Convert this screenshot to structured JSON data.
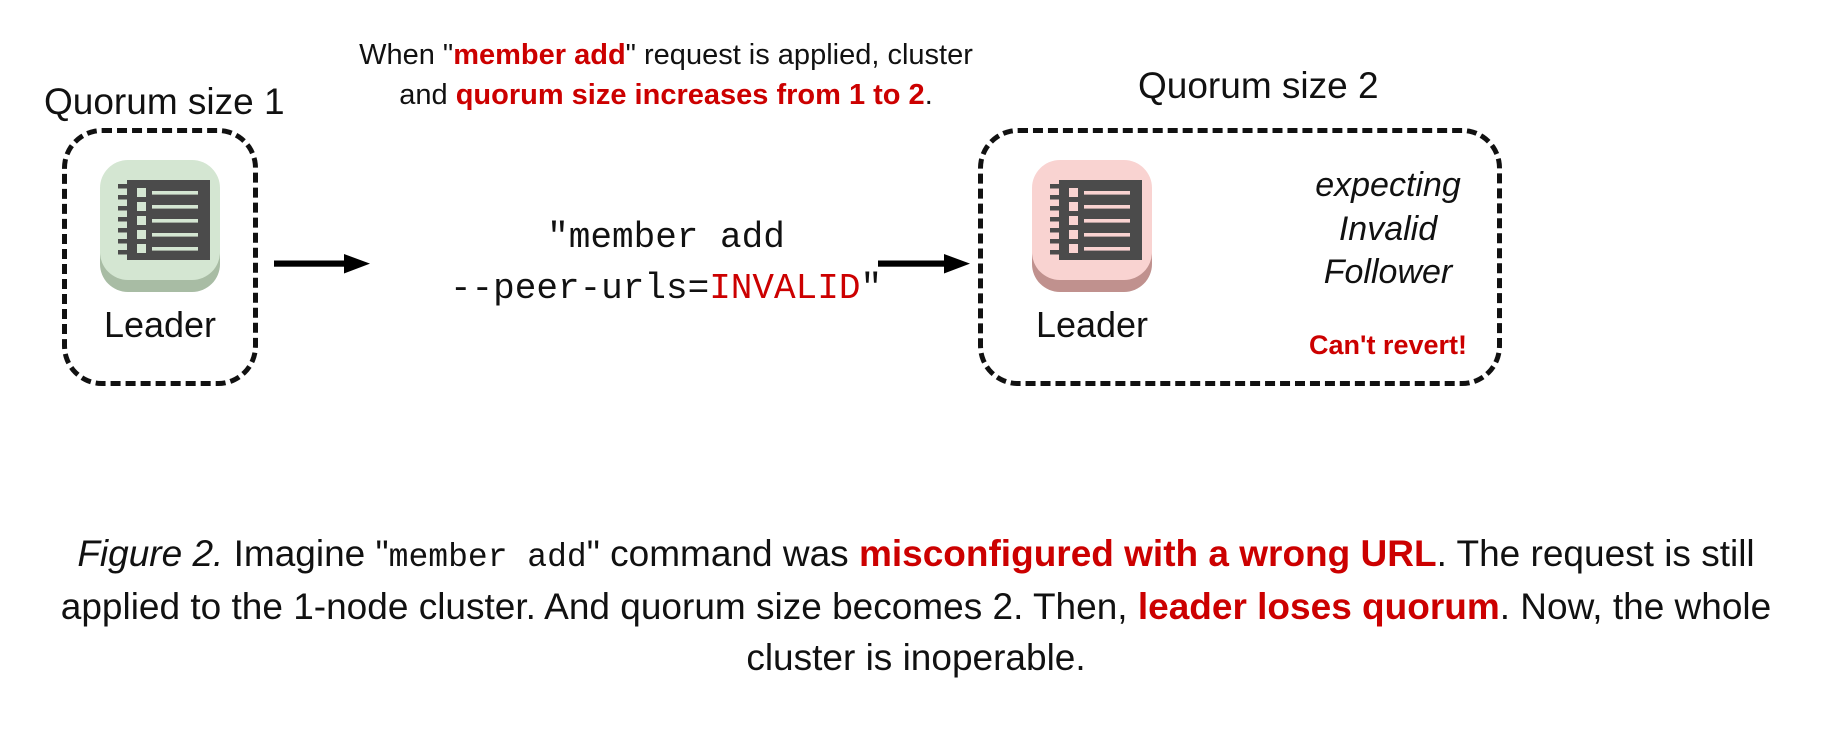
{
  "figure": {
    "left_group": {
      "label": "Quorum size 1",
      "node_caption": "Leader",
      "icon": "server-rack-icon",
      "tile_color": "#d4e6d2",
      "tile_shadow_color": "#a8bca4",
      "icon_body_color": "#4b4b4b"
    },
    "right_group": {
      "label": "Quorum size 2",
      "node_caption": "Leader",
      "icon": "server-rack-icon",
      "tile_color": "#f9d3d1",
      "tile_shadow_color": "#c0918e",
      "icon_body_color": "#4b4b4b",
      "expecting_lines": [
        "expecting",
        "Invalid",
        "Follower"
      ],
      "warning": "Can't revert!"
    },
    "top_caption": {
      "line1_plain_a": "When \"",
      "line1_emphasis": "member add",
      "line1_plain_b": "\" request is applied,",
      "line2_plain": "cluster and ",
      "line2_emphasis": "quorum size increases",
      "line3_emphasis": "from 1 to 2",
      "line3_plain": "."
    },
    "command": {
      "line1": "\"member add",
      "line2_prefix": "--peer-urls=",
      "line2_value": "INVALID",
      "line2_suffix": "\""
    },
    "arrows": {
      "left": "arrow-right-icon",
      "right": "arrow-right-icon"
    },
    "caption": {
      "figure_number": "Figure 2.",
      "seg1": " Imagine \"",
      "seg2_mono": "member add",
      "seg3": "\" command was ",
      "seg4_emphasis": "misconfigured with a wrong URL",
      "seg5": ".",
      "line2": "The request is still applied to the 1-node cluster. And quorum size becomes 2. Then,",
      "line3_emphasis": "leader loses quorum",
      "line3_tail": ". Now, the whole cluster is inoperable."
    },
    "colors": {
      "accent_red": "#cc0000",
      "text_black": "#111111",
      "background": "#ffffff"
    }
  }
}
